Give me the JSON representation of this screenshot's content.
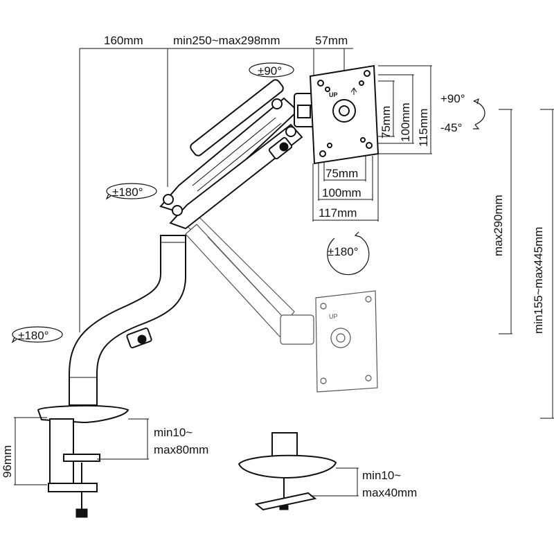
{
  "dimensions": {
    "d160": "160mm",
    "d250_298": "min250~max298mm",
    "d57": "57mm",
    "v75": "75mm",
    "v100": "100mm",
    "v115": "115mm",
    "h75": "75mm",
    "h100": "100mm",
    "h117": "117mm",
    "max290": "max290mm",
    "min155_445": "min155~max445mm",
    "h96": "96mm",
    "clamp_line1": "min10~",
    "clamp_line2": "max80mm",
    "grommet_line1": "min10~",
    "grommet_line2": "max40mm"
  },
  "rotations": {
    "top_swivel": "±90°",
    "elbow": "±180°",
    "pole": "±180°",
    "vesa_rotate": "±180°",
    "tilt_up": "+90°",
    "tilt_down": "-45°"
  },
  "vesa_marks": {
    "up_label": "UP"
  }
}
